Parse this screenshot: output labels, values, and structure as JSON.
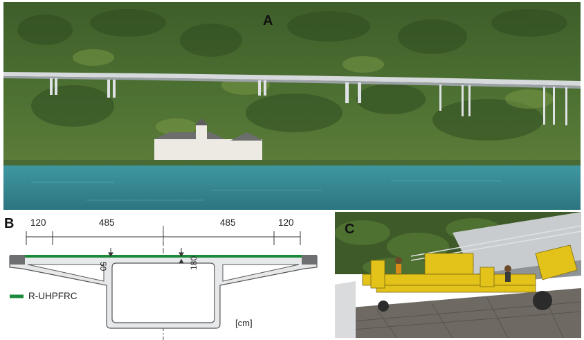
{
  "panel_a": {
    "letter": "A"
  },
  "panel_b": {
    "letter": "B",
    "dimensions": {
      "left_cantilever": "120",
      "left_half": "485",
      "right_half": "485",
      "right_cantilever": "120"
    },
    "slab_thickness": "50",
    "box_height": "180",
    "legend": {
      "label": "R-UHPFRC",
      "color": "#1a8a3a"
    },
    "unit": "[cm]"
  },
  "panel_c": {
    "letter": "C"
  },
  "colors": {
    "forest_dark": "#2d4a1f",
    "forest_mid": "#4b6b2e",
    "lake": "#3a8a92",
    "bridge": "#cfd3d6",
    "section_fill": "#e6e8ea",
    "section_stroke": "#555555",
    "paver_yellow": "#e3c21a"
  }
}
